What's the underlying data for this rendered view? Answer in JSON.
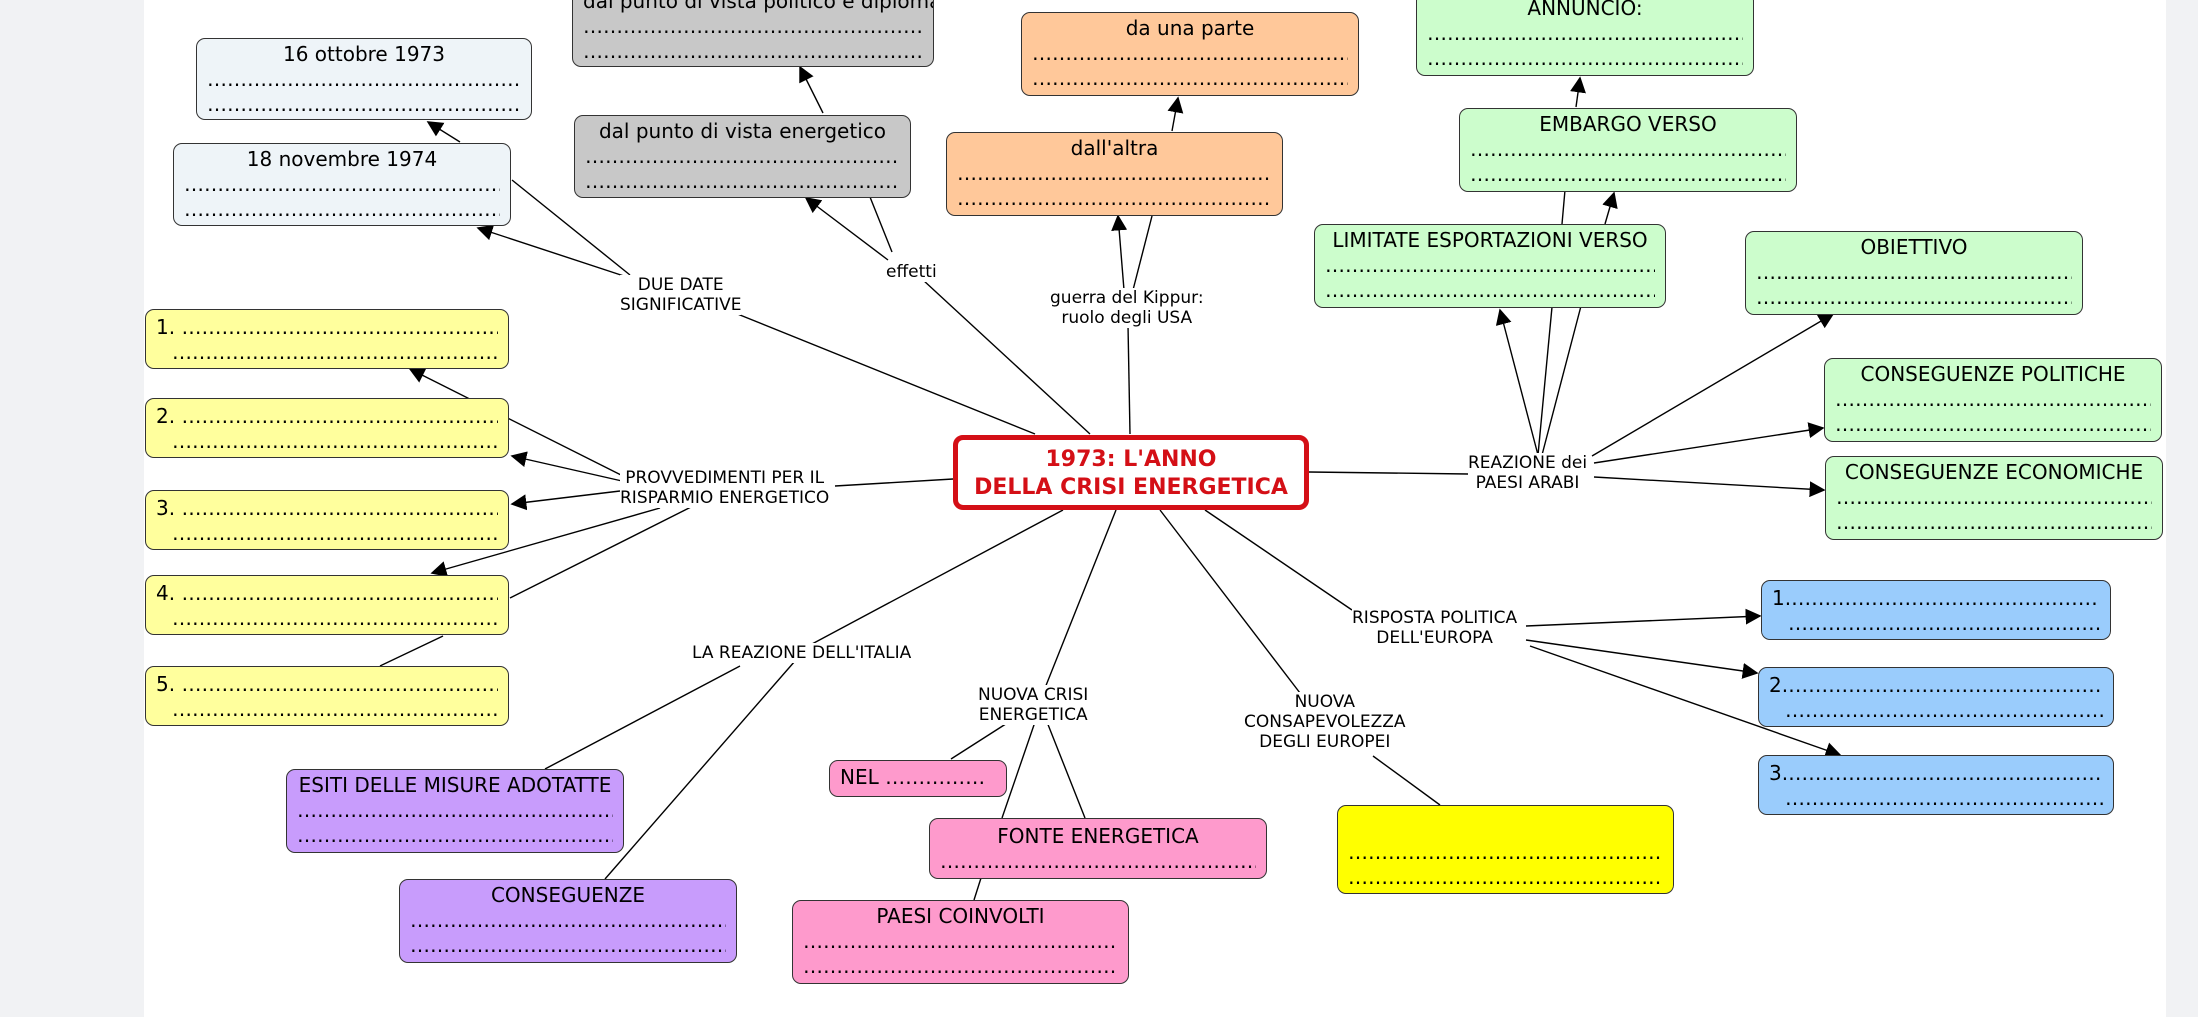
{
  "dots": "………………………………………………",
  "center": {
    "line1": "1973: L'ANNO",
    "line2": "DELLA CRISI ENERGETICA"
  },
  "labels": {
    "due_date": [
      "DUE DATE",
      "SIGNIFICATIVE"
    ],
    "effetti": "effetti",
    "kippur": [
      "guerra del Kippur:",
      "ruolo degli USA"
    ],
    "provvedimenti": [
      "PROVVEDIMENTI PER IL",
      "RISPARMIO ENERGETICO"
    ],
    "reazione_arabi": [
      "REAZIONE dei",
      "PAESI ARABI"
    ],
    "risposta_europa": [
      "RISPOSTA POLITICA",
      "DELL'EUROPA"
    ],
    "reazione_italia": "LA REAZIONE DELL'ITALIA",
    "nuova_crisi": [
      "NUOVA CRISI",
      "ENERGETICA"
    ],
    "consapevolezza": [
      "NUOVA",
      "CONSAPEVOLEZZA",
      "DEGLI EUROPEI"
    ]
  },
  "nodes": {
    "date_1973": "16 ottobre 1973",
    "date_1974": "18 novembre 1974",
    "politico": "dal punto di vista politico e diplomatico",
    "energetico": "dal punto di vista energetico",
    "una_parte": "da una parte",
    "altra": "dall'altra",
    "annuncio": "ANNUNCIO:",
    "embargo": "EMBARGO VERSO",
    "limitate": "LIMITATE  ESPORTAZIONI VERSO",
    "obiettivo": "OBIETTIVO",
    "cons_politiche": "CONSEGUENZE POLITICHE",
    "cons_economiche": "CONSEGUENZE ECONOMICHE",
    "prov": [
      "1.",
      "2.",
      "3.",
      "4.",
      "5."
    ],
    "europa": [
      "1.",
      "2.",
      "3."
    ],
    "esiti": "ESITI DELLE MISURE ADOTATTE",
    "conseguenze": "CONSEGUENZE",
    "nel": "NEL ……………",
    "fonte": "FONTE ENERGETICA",
    "paesi": "PAESI COINVOLTI"
  },
  "colors": {
    "center_border": "#d40f16",
    "date_boxes": "#eef4f8",
    "grey_boxes": "#c8c8c8",
    "orange_boxes": "#ffc89a",
    "green_boxes": "#ccfdcc",
    "yellow_boxes": "#ffff9d",
    "purple_boxes": "#c89cfc",
    "pink_boxes": "#fe9acc",
    "blue_boxes": "#9accfc",
    "bright_yellow_box": "#ffff00"
  }
}
